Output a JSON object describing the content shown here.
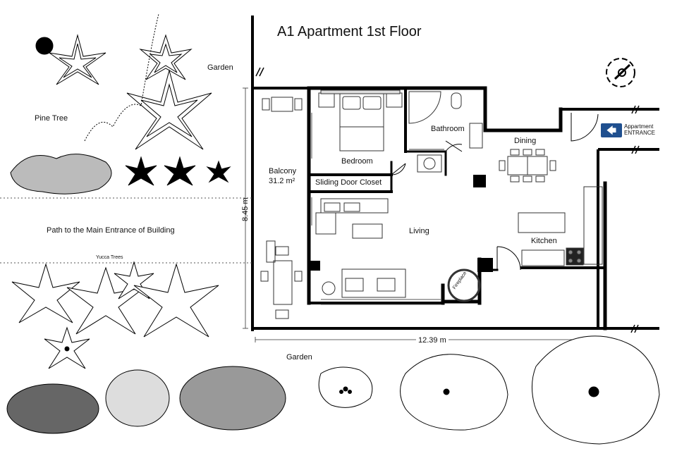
{
  "title": "A1 Apartment 1st Floor",
  "rooms": {
    "bathroom": "Bathroom",
    "bedroom": "Bedroom",
    "closet": "Sliding Door Closet",
    "dining": "Dining",
    "living": "Living",
    "kitchen": "Kitchen",
    "balcony": "Balcony",
    "balcony_area": "31.2 m²",
    "fireplace": "Fireplace"
  },
  "site": {
    "garden_top": "Garden",
    "garden_bottom": "Garden",
    "pine_tree": "Pine Tree",
    "path": "Path to the Main Entrance of Building",
    "yucca": "Yucca Trees"
  },
  "entrance": {
    "line1": "Appartment",
    "line2": "ENTRANCE",
    "icon": "arrow-left-icon"
  },
  "dimensions": {
    "height": "8.45 m",
    "width": "12.39 m"
  },
  "compass": {
    "icon": "north-arrow-icon"
  },
  "colors": {
    "wall": "#000000",
    "entrance_sign": "#1f4f8f"
  }
}
